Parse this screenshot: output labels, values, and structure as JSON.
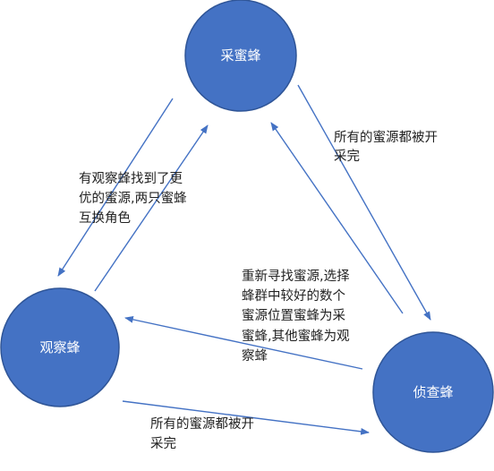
{
  "colors": {
    "node_fill": "#4472C4",
    "node_stroke": "#2F5597",
    "arrow": "#4472C4",
    "text": "#222222"
  },
  "nodes": {
    "employed_bee": "采蜜蜂",
    "onlooker_bee": "观察蜂",
    "scout_bee": "侦查蜂"
  },
  "edges": {
    "employed_to_scout": [
      "所有的蜜源都被开",
      "采完"
    ],
    "onlooker_to_employed": [
      "有观察蜂找到了更",
      "优的蜜源,两只蜜蜂",
      "互换角色"
    ],
    "scout_to_employed": [
      "重新寻找蜜源,选择",
      "蜂群中较好的数个",
      "蜜源位置蜜蜂为采",
      "蜜蜂,其他蜜蜂为观",
      "察蜂"
    ],
    "onlooker_to_scout": [
      "所有的蜜源都被开",
      "采完"
    ]
  }
}
